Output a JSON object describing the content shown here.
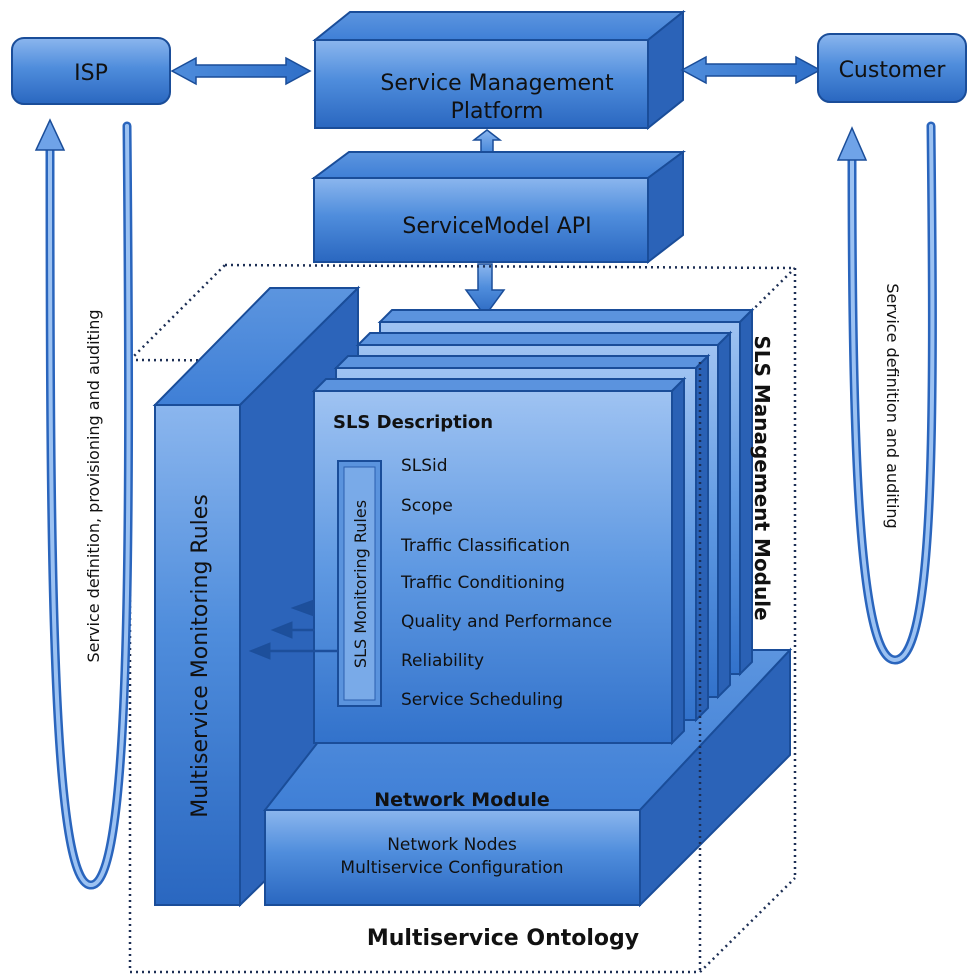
{
  "nodes": {
    "isp": "ISP",
    "platform_line1": "Service Management",
    "platform_line2": "Platform",
    "customer": "Customer",
    "api": "ServiceModel API",
    "sls_module": "SLS Management Module",
    "multiservice_rules": "Multiservice Monitoring Rules",
    "sls_description": "SLS Description",
    "sls_monitoring_rules": "SLS Monitoring Rules",
    "network_module": "Network Module",
    "network_line1": "Network Nodes",
    "network_line2": "Multiservice Configuration",
    "ontology": "Multiservice Ontology"
  },
  "sls_items": [
    "SLSid",
    "Scope",
    "Traffic Classification",
    "Traffic Conditioning",
    "Quality and Performance",
    "Reliability",
    "Service Scheduling"
  ],
  "side_labels": {
    "isp_loop": "Service definition, provisioning and auditing",
    "customer_loop": "Service definition and auditing"
  },
  "colors": {
    "blue_light": "#6a9ee6",
    "blue_mid": "#3f7fd6",
    "blue_dark": "#1d56a8",
    "blue_side": "#2d66bd",
    "outline": "#1a4d99",
    "text": "#111111"
  }
}
